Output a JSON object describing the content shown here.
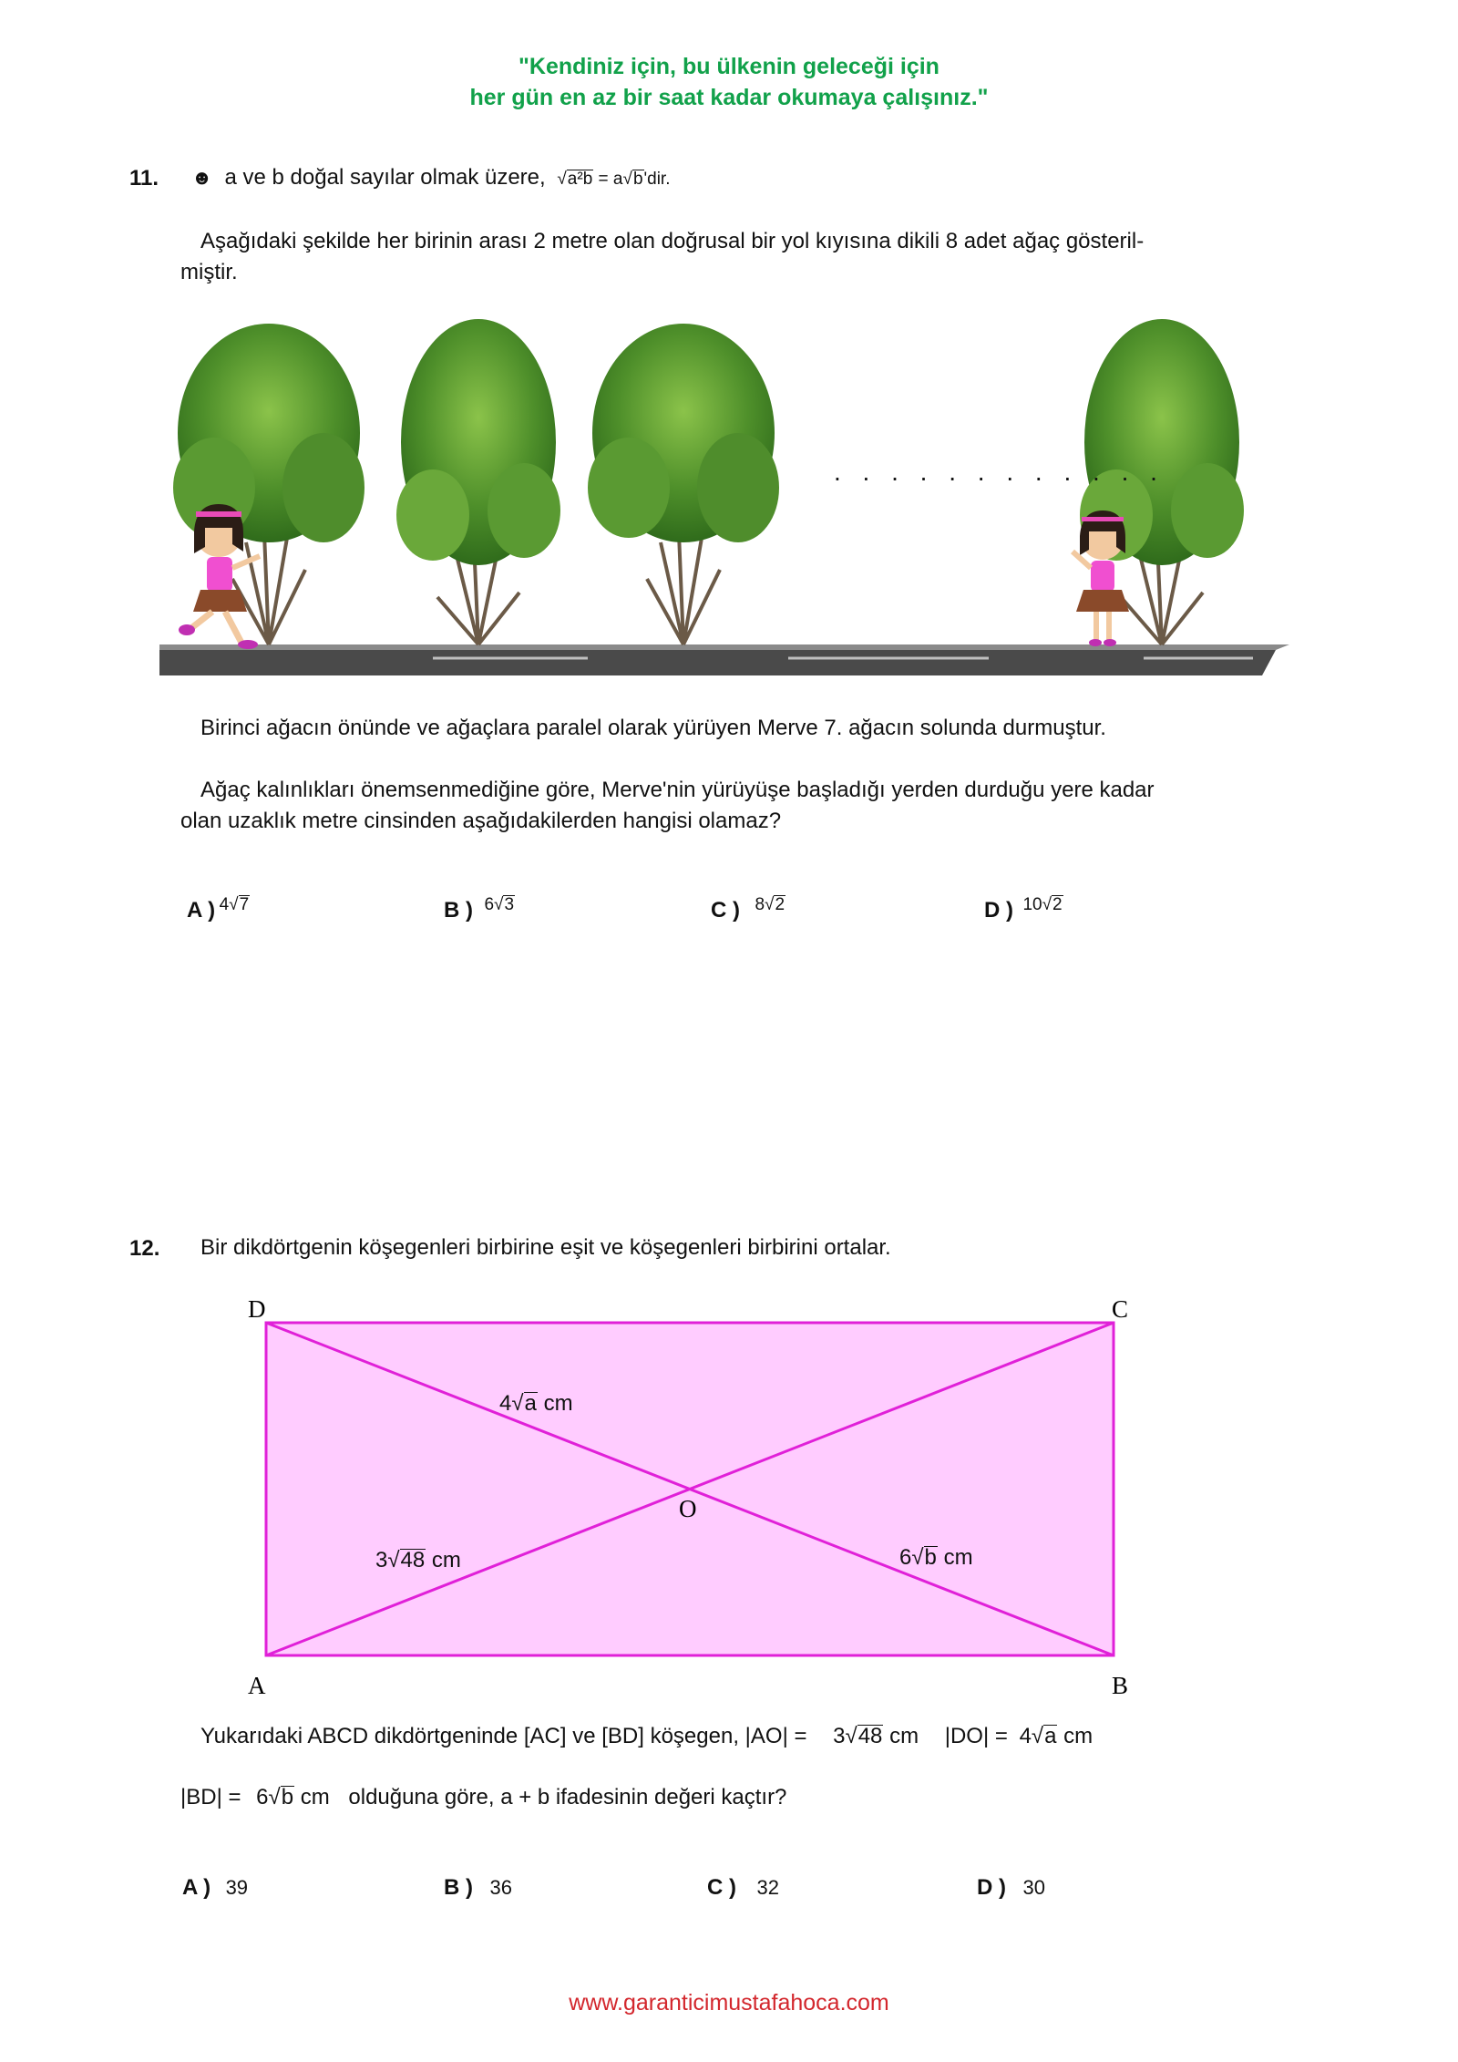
{
  "header": {
    "quote_line1": "\"Kendiniz için, bu ülkenin geleceği için",
    "quote_line2": "her gün en az bir saat kadar okumaya çalışınız.\""
  },
  "q11": {
    "number": "11.",
    "bullet": "☻",
    "rule_prefix": "a ve b doğal sayılar olmak üzere,",
    "rule_radicand": "a²b",
    "rule_eq": "= a",
    "rule_rhs_radicand": "b",
    "rule_suffix": "'dir.",
    "intro_line1": "Aşağıdaki şekilde her birinin arası 2 metre olan doğrusal bir yol kıyısına dikili 8 adet ağaç gösteril-",
    "intro_line2": "miştir.",
    "dots": ". . . . . . . . . . . .",
    "para1": "Birinci ağacın önünde ve ağaçlara paralel olarak yürüyen Merve 7. ağacın solunda durmuştur.",
    "para2_line1": "Ağaç kalınlıkları önemsenmediğine göre, Merve'nin yürüyüşe başladığı yerden durduğu yere kadar",
    "para2_line2": "olan uzaklık metre cinsinden aşağıdakilerden hangisi olamaz?",
    "options": [
      {
        "letter": "A )",
        "coef": "4",
        "radicand": "7"
      },
      {
        "letter": "B )",
        "coef": "6",
        "radicand": "3"
      },
      {
        "letter": "C )",
        "coef": "8",
        "radicand": "2"
      },
      {
        "letter": "D )",
        "coef": "10",
        "radicand": "2"
      }
    ]
  },
  "q12": {
    "number": "12.",
    "statement": "Bir dikdörtgenin köşegenleri birbirine eşit ve köşegenleri birbirini ortalar.",
    "vertices": {
      "D": "D",
      "C": "C",
      "A": "A",
      "B": "B",
      "O": "O"
    },
    "labels": {
      "do_coef": "4",
      "do_rad": "a",
      "do_unit": "cm",
      "ao_coef": "3",
      "ao_rad": "48",
      "ao_unit": "cm",
      "ob_coef": "6",
      "ob_rad": "b",
      "ob_unit": "cm"
    },
    "fill_color": "#ffccff",
    "stroke_color": "#e020d8",
    "q_line1_prefix": "Yukarıdaki ABCD dikdörtgeninde [AC] ve [BD] köşegen, |AO| =",
    "q_line1_ao_coef": "3",
    "q_line1_ao_rad": "48",
    "q_line1_ao_unit": "cm",
    "q_line1_do_text": "|DO| =",
    "q_line1_do_coef": "4",
    "q_line1_do_rad": "a",
    "q_line1_do_unit": "cm",
    "q_line2_bd_text": "|BD| =",
    "q_line2_bd_coef": "6",
    "q_line2_bd_rad": "b",
    "q_line2_bd_unit": "cm",
    "q_line2_suffix": "olduğuna göre, a + b ifadesinin değeri kaçtır?",
    "options": [
      {
        "letter": "A )",
        "value": "39"
      },
      {
        "letter": "B )",
        "value": "36"
      },
      {
        "letter": "C )",
        "value": "32"
      },
      {
        "letter": "D )",
        "value": "30"
      }
    ]
  },
  "footer": {
    "url": "www.garanticimustafahoca.com"
  }
}
